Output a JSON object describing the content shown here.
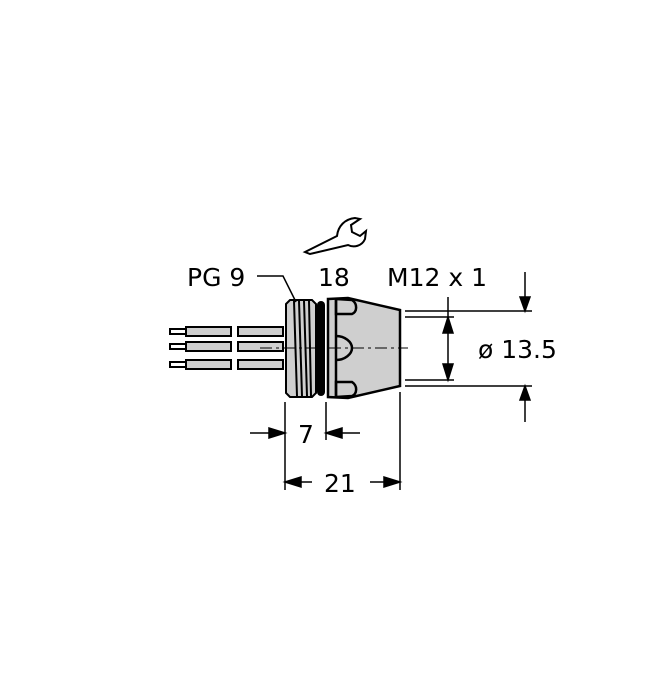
{
  "diagram": {
    "type": "connector-dimension-drawing",
    "labels": {
      "thread_pg": "PG 9",
      "wrench_size": "18",
      "thread_metric": "M12 x 1",
      "diameter": "ø 13.5",
      "length_nut": "7",
      "length_total": "21"
    },
    "icons": [
      "wrench-icon"
    ],
    "colors": {
      "line": "#000000",
      "body_fill": "#cfcfcf",
      "background": "#ffffff"
    }
  }
}
